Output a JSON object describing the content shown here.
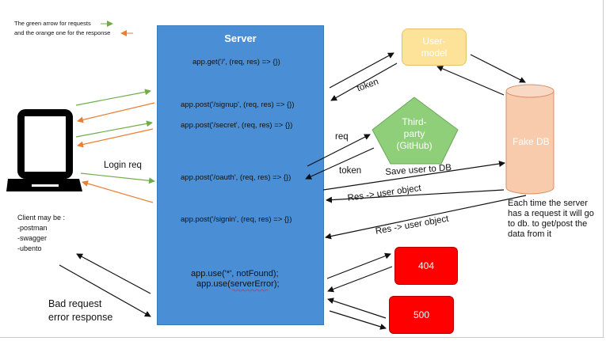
{
  "legend": {
    "line1": "The green arrow for requests",
    "line2": "and the orange one for the response"
  },
  "server": {
    "title": "Server",
    "routes": [
      "app.get('/', (req, res) => {})",
      "app.post('/signup', (req, res) => {})",
      "app.post('/secret', (req, res) => {})",
      "app.post('/oauth', (req, res) => {})",
      "app.post('/signin', (req, res) => {})"
    ],
    "middleware": [
      "app.use('*', notFound);",
      "app.use(serverError);"
    ]
  },
  "nodes": {
    "user_model": "User-\nmodel",
    "third_party": "Third-\nparty\n(GitHub)",
    "fake_db": "Fake DB",
    "error_404": "404",
    "error_500": "500"
  },
  "labels": {
    "login_req": "Login req",
    "token_top": "token",
    "req": "req",
    "token_mid": "token",
    "save_user": "Save user to DB",
    "res_user_object_1": "Res -> user object",
    "res_user_object_2": "Res -> user object",
    "bad_request_1": "Bad request",
    "bad_request_2": "error response"
  },
  "client_note": [
    "Client may be :",
    "-postman",
    "-swagger",
    "-ubento"
  ],
  "db_note": [
    "Each time the server",
    "has a request it will go",
    "to db. to get/post the",
    "data from it"
  ],
  "colors": {
    "server": "#4a8fd6",
    "request_arrow": "#70ad47",
    "response_arrow": "#ed7d31",
    "third_party": "#8fcf7a",
    "user_model": "#fde39a",
    "fake_db": "#f8cbad",
    "error": "#ff0000"
  }
}
